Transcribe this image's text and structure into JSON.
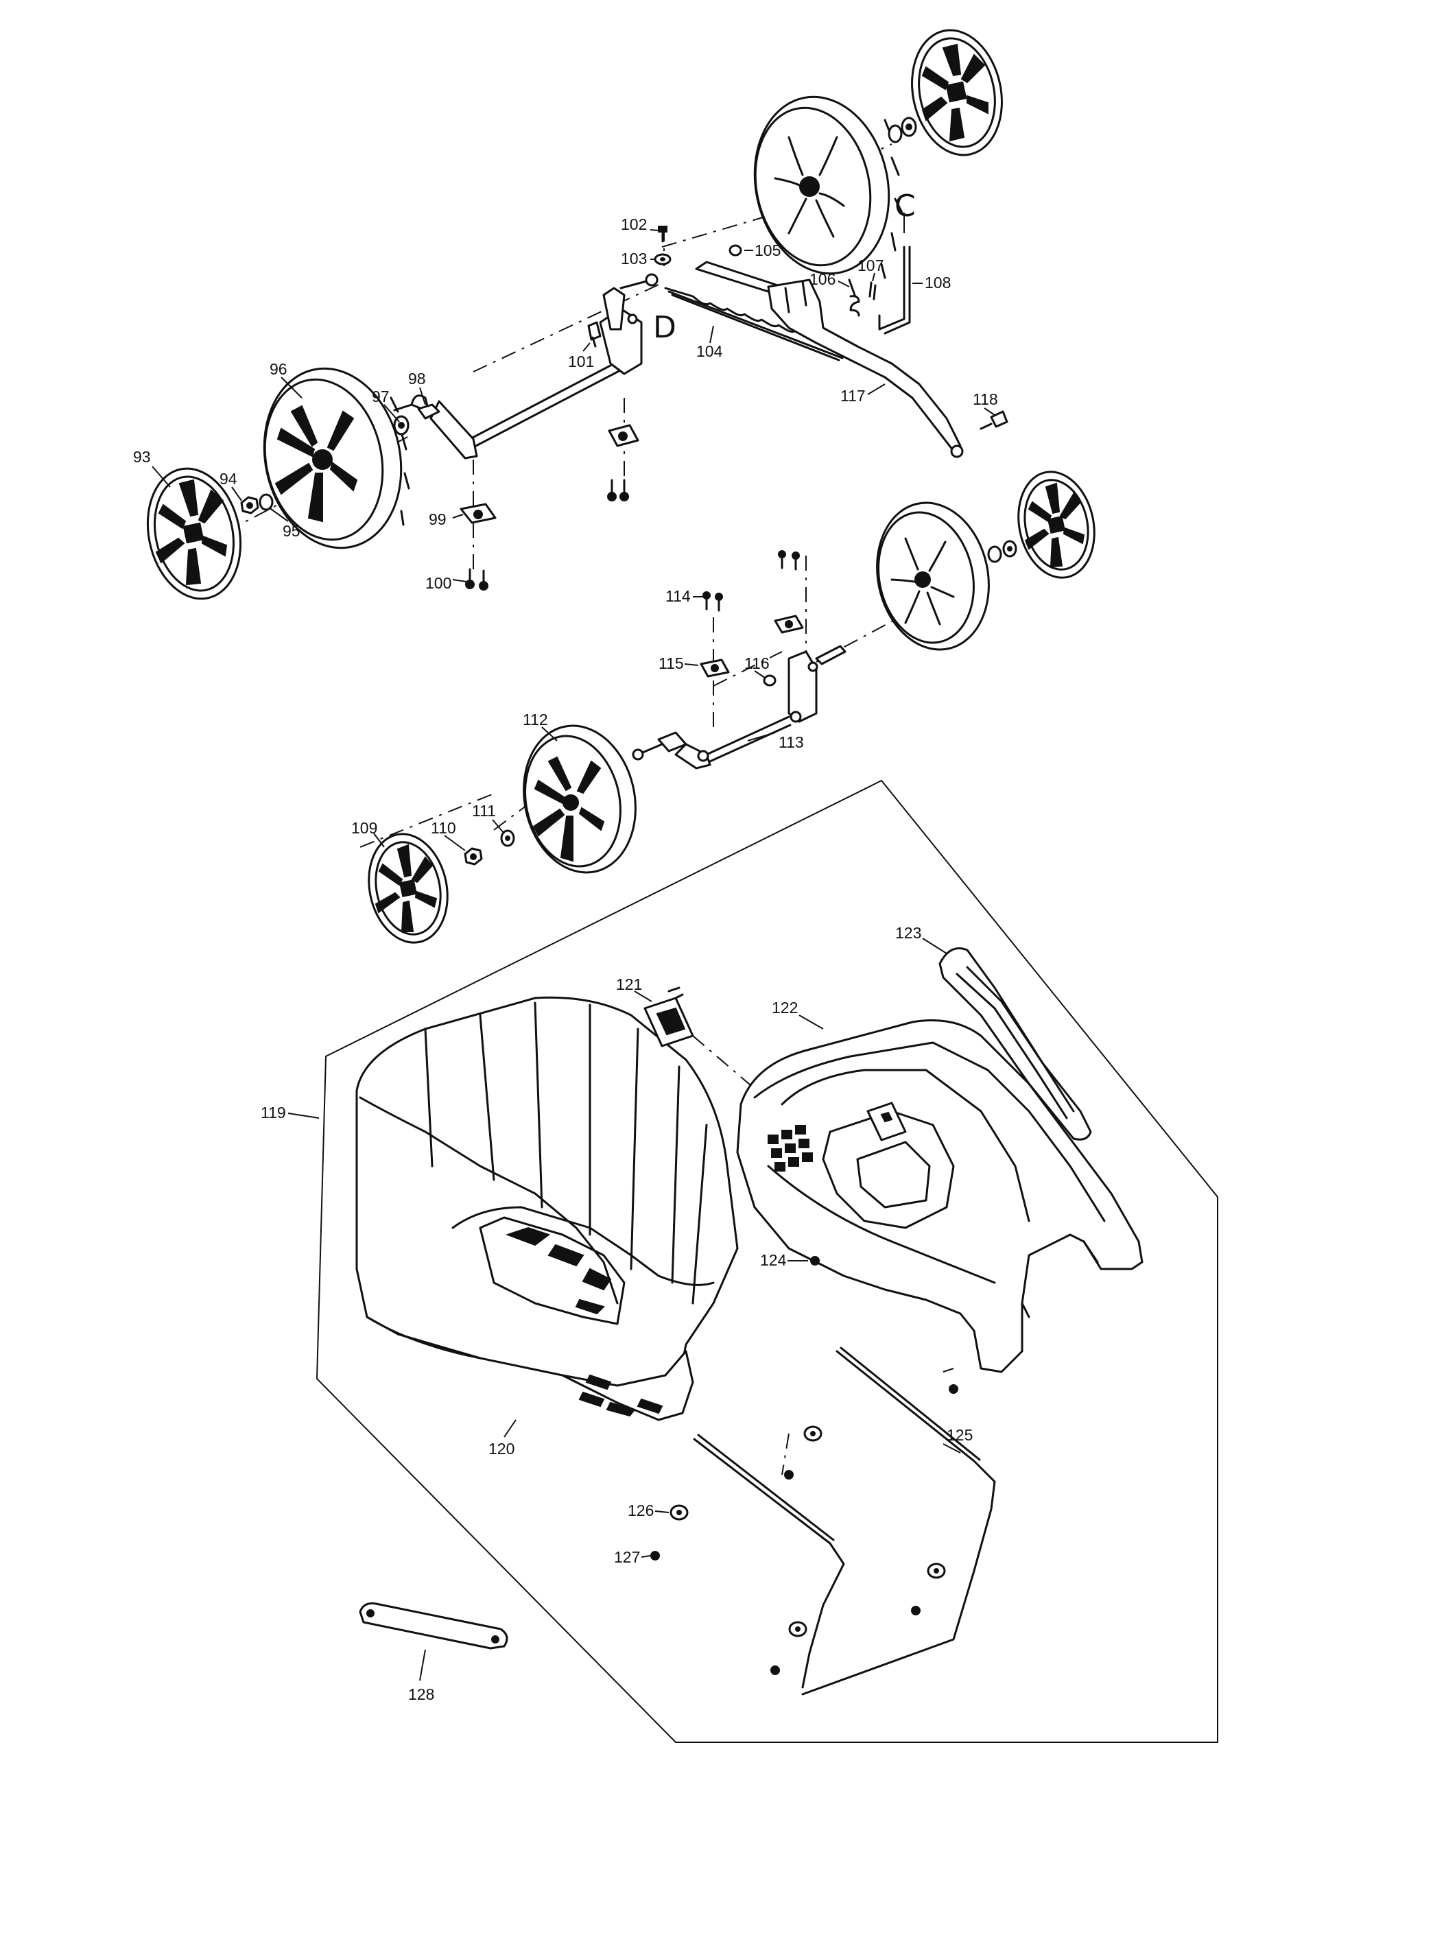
{
  "diagram": {
    "callouts": {
      "p93": "93",
      "p94": "94",
      "p95": "95",
      "p96": "96",
      "p97": "97",
      "p98": "98",
      "p99": "99",
      "p100": "100",
      "p101": "101",
      "p102": "102",
      "p103": "103",
      "p104": "104",
      "p105": "105",
      "p106": "106",
      "p107": "107",
      "p108": "108",
      "p109": "109",
      "p110": "110",
      "p111": "111",
      "p112": "112",
      "p113": "113",
      "p114": "114",
      "p115": "115",
      "p116": "116",
      "p117": "117",
      "p118": "118",
      "p119": "119",
      "p120": "120",
      "p121": "121",
      "p122": "122",
      "p123": "123",
      "p124": "124",
      "p125": "125",
      "p126": "126",
      "p127": "127",
      "p128": "128"
    },
    "connector_labels": {
      "c": "C",
      "d": "D"
    }
  }
}
